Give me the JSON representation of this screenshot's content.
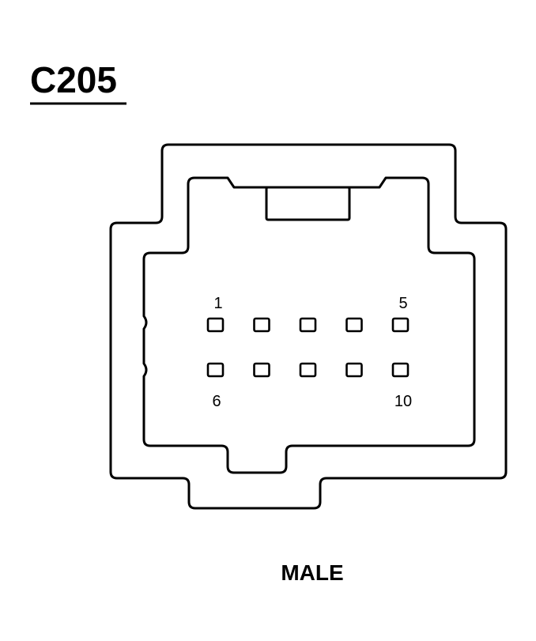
{
  "connector": {
    "id": "C205",
    "gender": "MALE",
    "pin_labels": {
      "top_left": "1",
      "top_right": "5",
      "bottom_left": "6",
      "bottom_right": "10"
    },
    "pin_rows": 2,
    "pins_per_row": 5
  }
}
